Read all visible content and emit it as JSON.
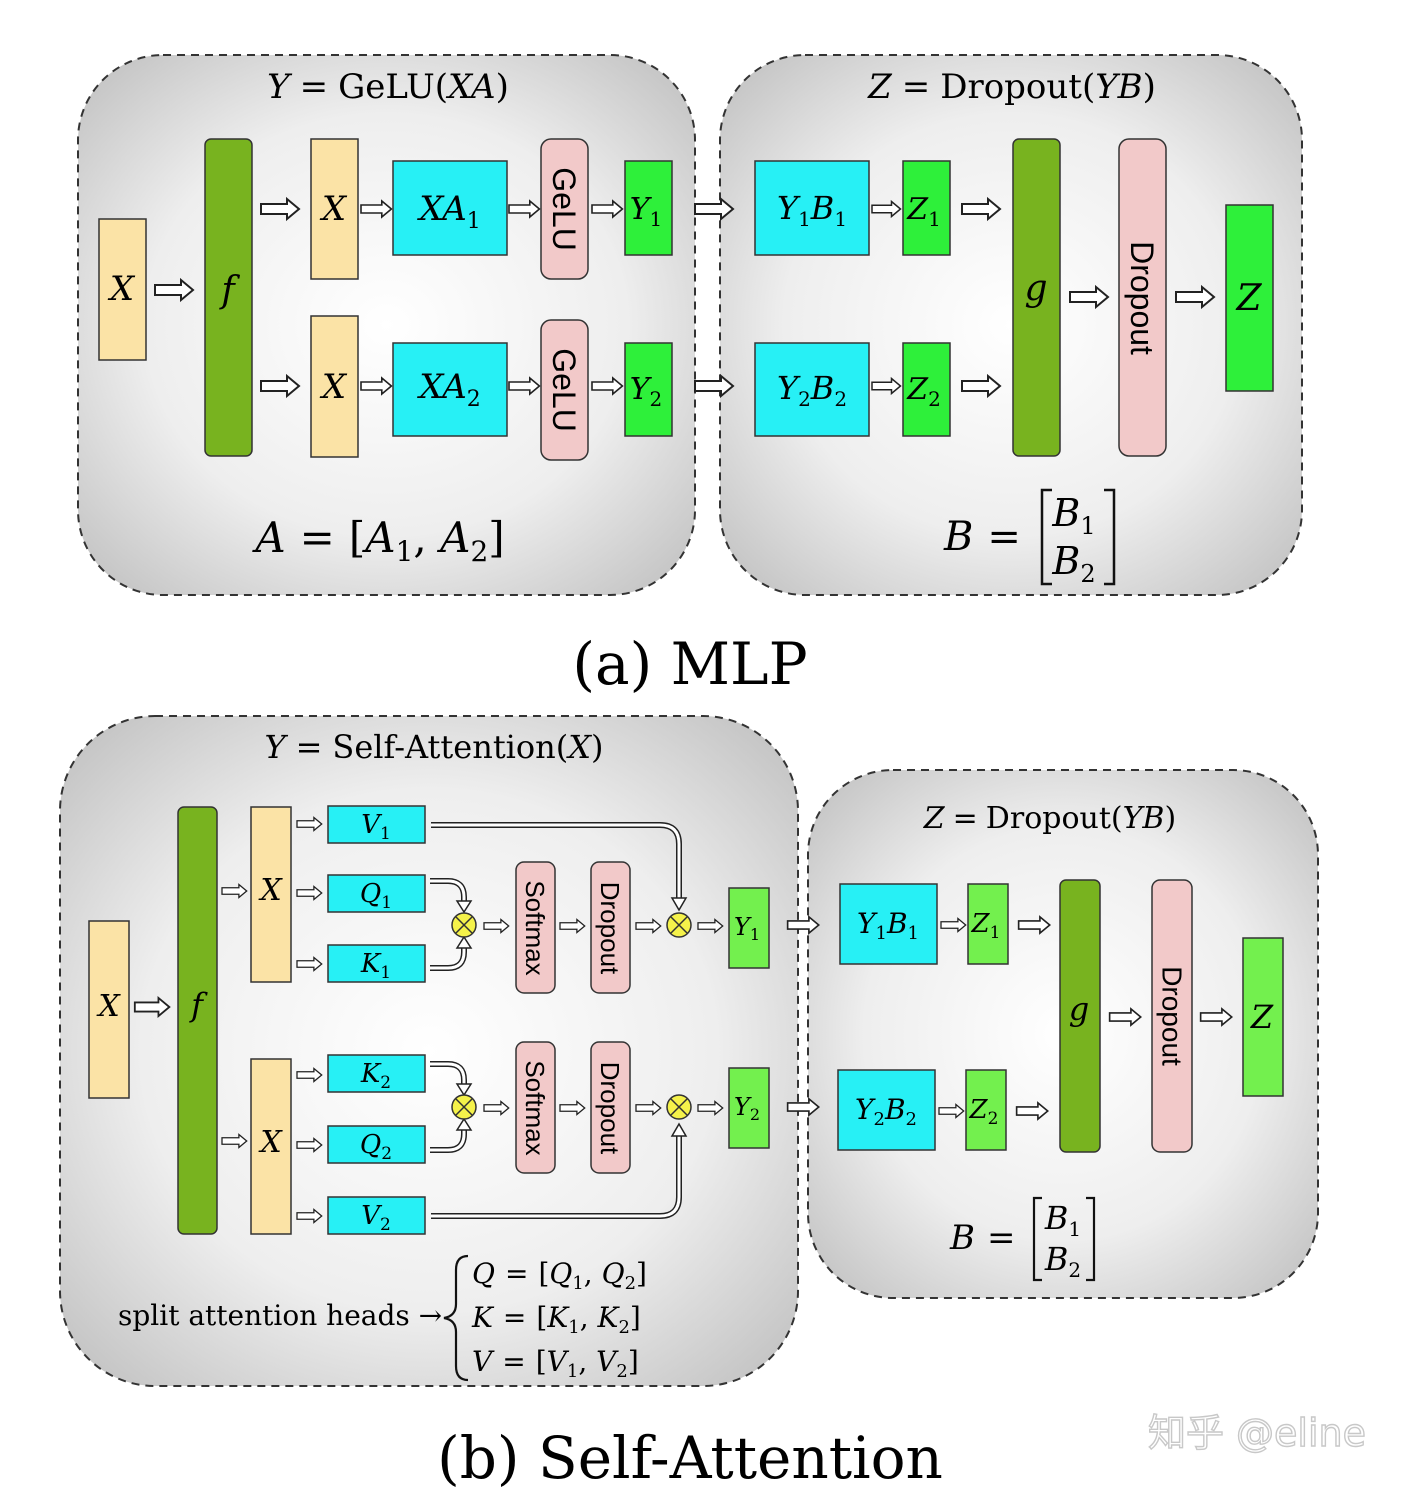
{
  "captions": {
    "a": "(a) MLP",
    "b": "(b) Self-Attention"
  },
  "watermark": "知乎 @eline",
  "mlp": {
    "left_eq": {
      "lhs": "Y",
      "eq": "=",
      "fn": "GeLU",
      "arg": "XA"
    },
    "right_eq": {
      "lhs": "Z",
      "eq": "=",
      "fn": "Dropout",
      "arg": "YB"
    },
    "a_eq": {
      "lhs": "A",
      "eq": "=",
      "e1": "A",
      "s1": "1",
      "e2": "A",
      "s2": "2"
    },
    "b_eq": {
      "lhs": "B",
      "eq": "=",
      "e1": "B",
      "s1": "1",
      "e2": "B",
      "s2": "2"
    },
    "x_in": "X",
    "f": "f",
    "x1": "X",
    "x2": "X",
    "xa1": {
      "main": "XA",
      "sub": "1"
    },
    "xa2": {
      "main": "XA",
      "sub": "2"
    },
    "gelu1": "GeLU",
    "gelu2": "GeLU",
    "y1": {
      "main": "Y",
      "sub": "1"
    },
    "y2": {
      "main": "Y",
      "sub": "2"
    },
    "yb1": {
      "m1": "Y",
      "s1": "1",
      "m2": "B",
      "s2": "1"
    },
    "yb2": {
      "m1": "Y",
      "s1": "2",
      "m2": "B",
      "s2": "2"
    },
    "z1": {
      "main": "Z",
      "sub": "1"
    },
    "z2": {
      "main": "Z",
      "sub": "2"
    },
    "g": "g",
    "dropout": "Dropout",
    "z_out": "Z"
  },
  "sa": {
    "left_eq": {
      "lhs": "Y",
      "eq": "=",
      "fn": "Self-Attention",
      "arg": "X"
    },
    "right_eq": {
      "lhs": "Z",
      "eq": "=",
      "fn": "Dropout",
      "arg": "YB"
    },
    "b_eq": {
      "lhs": "B",
      "eq": "=",
      "e1": "B",
      "s1": "1",
      "e2": "B",
      "s2": "2"
    },
    "x_in": "X",
    "f": "f",
    "x1": "X",
    "x2": "X",
    "v1": {
      "main": "V",
      "sub": "1"
    },
    "q1": {
      "main": "Q",
      "sub": "1"
    },
    "k1": {
      "main": "K",
      "sub": "1"
    },
    "k2": {
      "main": "K",
      "sub": "2"
    },
    "q2": {
      "main": "Q",
      "sub": "2"
    },
    "v2": {
      "main": "V",
      "sub": "2"
    },
    "softmax1": "Softmax",
    "softmax2": "Softmax",
    "dropout1": "Dropout",
    "dropout2": "Dropout",
    "y1": {
      "main": "Y",
      "sub": "1"
    },
    "y2": {
      "main": "Y",
      "sub": "2"
    },
    "yb1": {
      "m1": "Y",
      "s1": "1",
      "m2": "B",
      "s2": "1"
    },
    "yb2": {
      "m1": "Y",
      "s1": "2",
      "m2": "B",
      "s2": "2"
    },
    "z1": {
      "main": "Z",
      "sub": "1"
    },
    "z2": {
      "main": "Z",
      "sub": "2"
    },
    "g": "g",
    "dropout": "Dropout",
    "z_out": "Z",
    "split_label": "split attention heads →",
    "heads": [
      {
        "lhs": "Q",
        "eq": "=",
        "e1": "Q",
        "s1": "1",
        "e2": "Q",
        "s2": "2"
      },
      {
        "lhs": "K",
        "eq": "=",
        "e1": "K",
        "s1": "1",
        "e2": "K",
        "s2": "2"
      },
      {
        "lhs": "V",
        "eq": "=",
        "e1": "V",
        "s1": "1",
        "e2": "V",
        "s2": "2"
      }
    ]
  },
  "colors": {
    "yellow_box": "#fbe3a6",
    "dark_green": "#78b31f",
    "cyan": "#27f0f5",
    "pink": "#f2c9c9",
    "bright_green": "#2ef03a",
    "light_green": "#73f04e",
    "circle_yellow": "#f5f24a"
  }
}
